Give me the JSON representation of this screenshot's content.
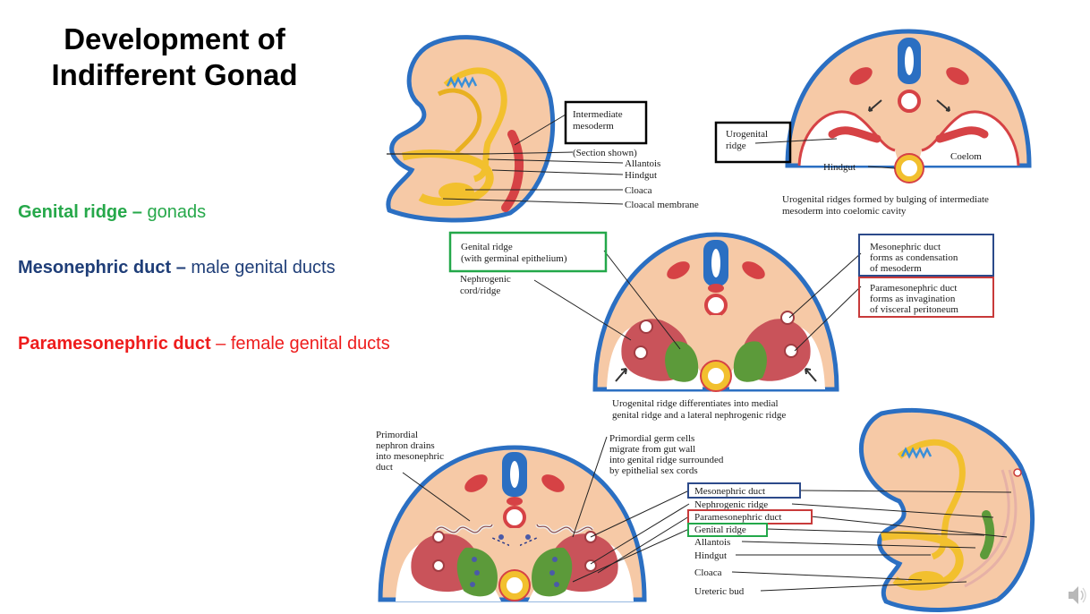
{
  "slide": {
    "title": "Development of Indifferent Gonad",
    "bullets": [
      {
        "term": "Genital ridge –",
        "desc": " gonads",
        "color": "#26a84a"
      },
      {
        "term": "Mesonephric duct –",
        "desc": " male genital ducts",
        "color": "#1f3e78"
      },
      {
        "term": "Paramesonephric duct",
        "desc": " – female genital ducts",
        "color": "#ee1c1c"
      }
    ]
  },
  "panel_a": {
    "labels": {
      "intermediate_1": "Intermediate",
      "intermediate_2": "mesoderm",
      "section": "(Section shown)",
      "allantois": "Allantois",
      "hindgut": "Hindgut",
      "cloaca": "Cloaca",
      "cloacal_membrane": "Cloacal membrane"
    }
  },
  "panel_b": {
    "labels": {
      "urogenital_1": "Urogenital",
      "urogenital_2": "ridge",
      "hindgut": "Hindgut",
      "coelom": "Coelom",
      "caption_1": "Urogenital ridges formed by bulging of intermediate",
      "caption_2": "mesoderm into coelomic cavity"
    }
  },
  "panel_c": {
    "labels": {
      "genital_ridge_1": "Genital ridge",
      "genital_ridge_2": "(with germinal epithelium)",
      "nephrogenic_1": "Nephrogenic",
      "nephrogenic_2": "cord/ridge",
      "meso_1": "Mesonephric duct",
      "meso_2": "forms as condensation",
      "meso_3": "of mesoderm",
      "para_1": "Paramesonephric duct",
      "para_2": "forms as invagination",
      "para_3": "of visceral peritoneum",
      "caption_1": "Urogenital ridge differentiates into medial",
      "caption_2": "genital ridge and a lateral nephrogenic ridge"
    }
  },
  "panel_d": {
    "labels": {
      "primordial_1": "Primordial",
      "primordial_2": "nephron drains",
      "primordial_3": "into mesonephric",
      "primordial_4": "duct",
      "pgc_1": "Primordial germ cells",
      "pgc_2": "migrate from gut wall",
      "pgc_3": "into genital ridge surrounded",
      "pgc_4": "by epithelial sex cords",
      "mesonephric": "Mesonephric duct",
      "nephrogenic": "Nephrogenic ridge",
      "paramesonephric": "Paramesonephric duct",
      "genital": "Genital ridge",
      "allantois": "Allantois",
      "hindgut": "Hindgut",
      "cloaca": "Cloaca",
      "ureteric": "Ureteric bud"
    }
  },
  "colors": {
    "tissue": "#f6c9a6",
    "outline": "#2b6fc2",
    "red_muscle": "#d64245",
    "gonad_green": "#5c9a3a",
    "gut_yellow": "#f2c02e",
    "box_black": "#000000",
    "box_green": "#23a84a",
    "box_blue": "#2c4a8a",
    "box_red": "#c83a3a"
  },
  "icons": [
    "speaker-icon"
  ]
}
